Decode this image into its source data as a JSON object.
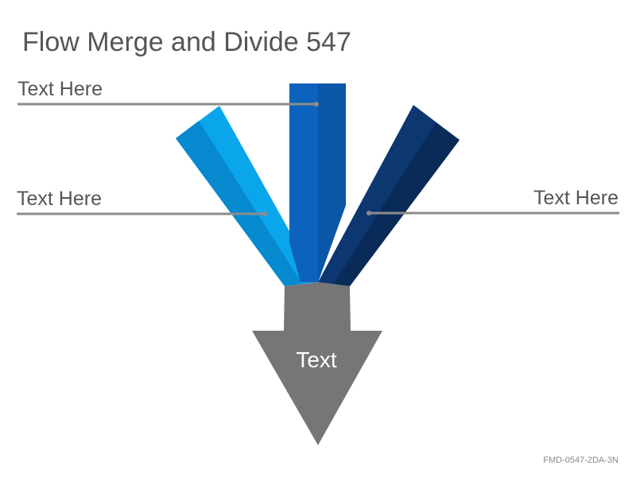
{
  "title": "Flow Merge and Divide 547",
  "callouts": {
    "top_left": "Text Here",
    "mid_left": "Text Here",
    "mid_right": "Text Here"
  },
  "arrow": {
    "label": "Text"
  },
  "code": "FMD-0547-2DA-3N",
  "colors": {
    "light_blue": "#0aa6ec",
    "light_blue_shade": "#0789d0",
    "mid_blue": "#0b63bd",
    "mid_blue_shade": "#0a56a7",
    "dark_blue": "#0d3770",
    "dark_blue_shade": "#082b58",
    "arrow_gray": "#767676",
    "line_gray": "#8c8c8c"
  }
}
